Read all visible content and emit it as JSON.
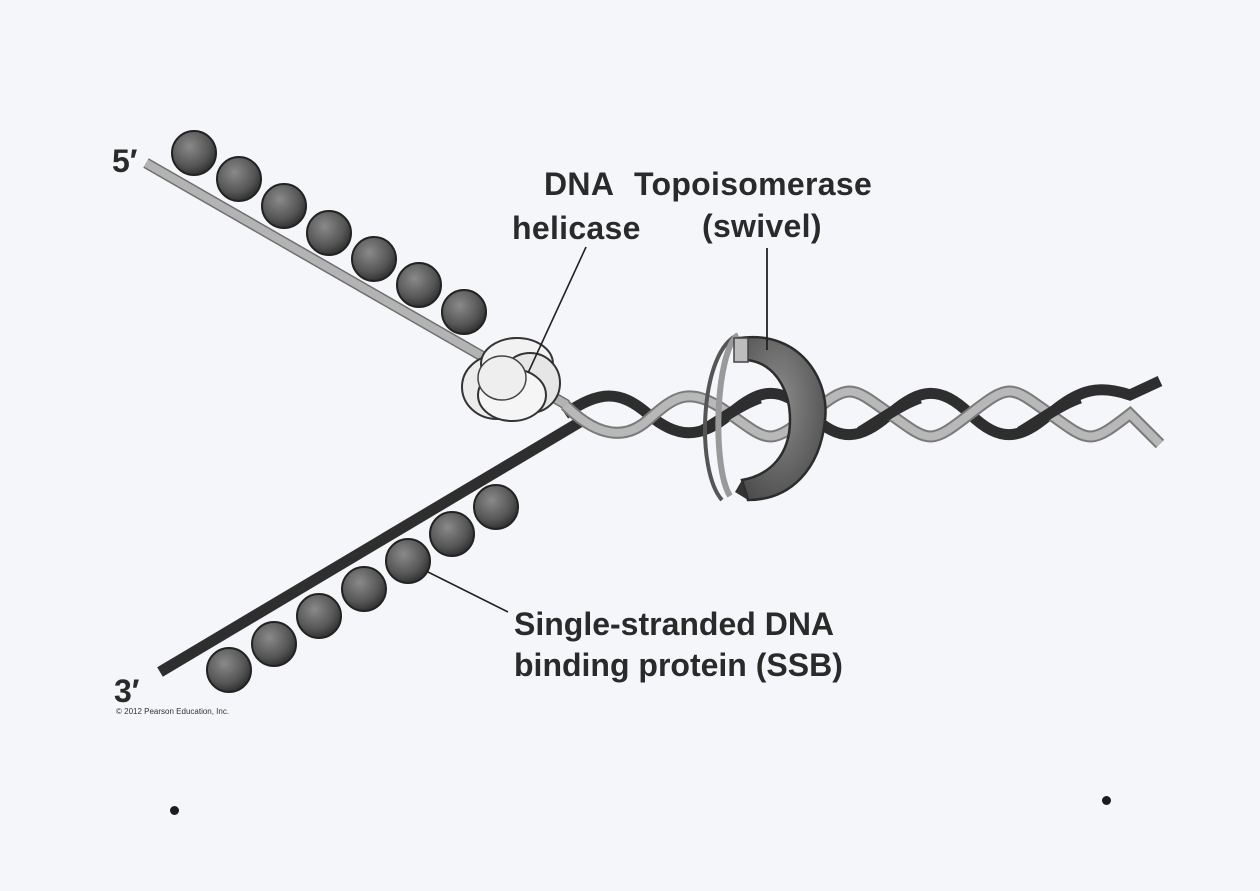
{
  "labels": {
    "five_prime": "5′",
    "three_prime": "3′",
    "dna_helicase_line1": "DNA",
    "dna_helicase_line2": "helicase",
    "topoisomerase_line1": "Topoisomerase",
    "topoisomerase_line2": "(swivel)",
    "ssb_line1": "Single-stranded DNA",
    "ssb_line2": "binding protein (SSB)"
  },
  "credit": "© 2012 Pearson Education, Inc.",
  "colors": {
    "background": "#f4f6f9",
    "light_strand": "#a9a9a9",
    "dark_strand": "#2e2e2e",
    "ssb_protein": "#5a5a5a",
    "helicase": "#e8e8e8",
    "topoisomerase": "#6a6a6a"
  }
}
